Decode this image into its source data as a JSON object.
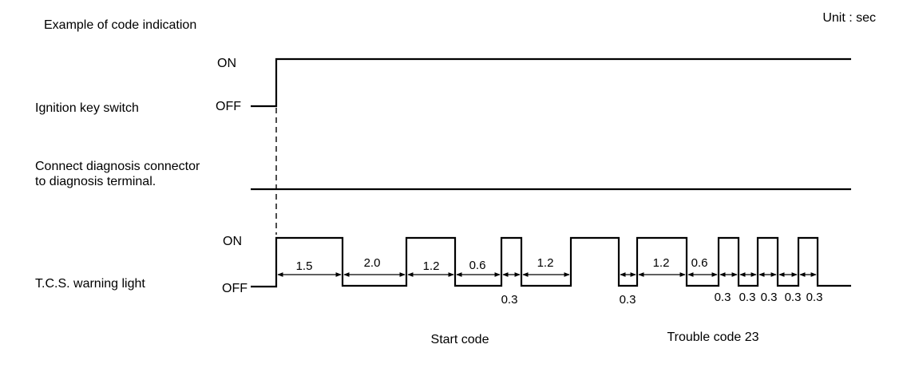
{
  "diagram_title": "Example of code indication",
  "unit_label": "Unit : sec",
  "ignition": {
    "label": "Ignition key switch",
    "on_label": "ON",
    "off_label": "OFF"
  },
  "connector": {
    "label_line1": "Connect diagnosis connector",
    "label_line2": "to diagnosis terminal."
  },
  "tcs": {
    "label": "T.C.S. warning light",
    "on_label": "ON",
    "off_label": "OFF",
    "durations": {
      "d1": "1.5",
      "d2": "2.0",
      "d3": "1.2",
      "d4": "0.6",
      "d5": "0.3",
      "d6": "1.2",
      "d7": "0.3",
      "d8": "1.2",
      "d9": "0.6",
      "d10": "0.3",
      "d11": "0.3",
      "d12": "0.3",
      "d13": "0.3",
      "d14": "0.3"
    }
  },
  "captions": {
    "start_code": "Start code",
    "trouble_code": "Trouble code 23"
  }
}
